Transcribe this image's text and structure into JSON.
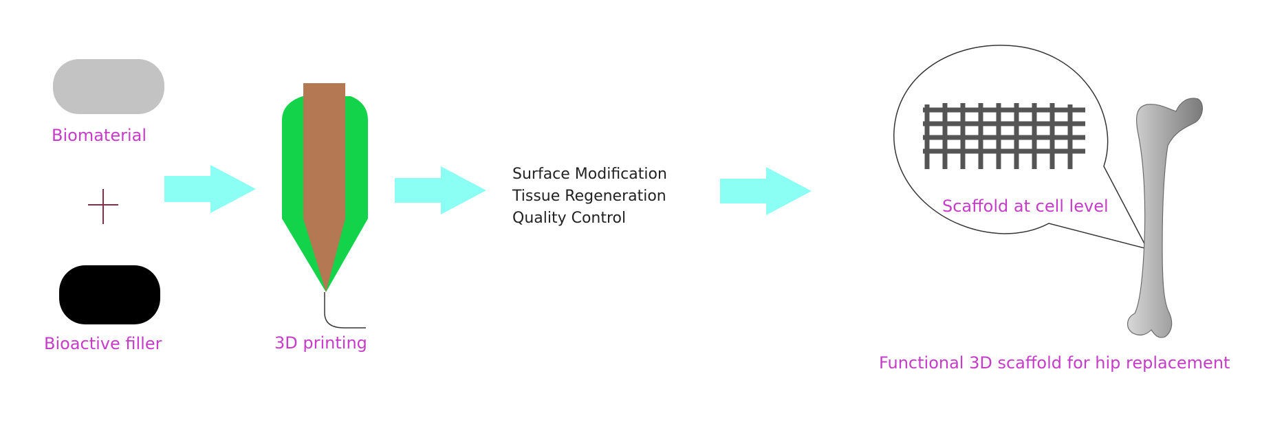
{
  "colors": {
    "label": "#c63cc9",
    "arrow": "#8cfff5",
    "biomaterial": "#c3c3c3",
    "filler": "#000000",
    "nozzle_outer": "#12d34a",
    "nozzle_core": "#b47853",
    "plus": "#8a2a45",
    "mesh": "#555555",
    "bone": "#b0b0b0"
  },
  "labels": {
    "biomaterial": "Biomaterial",
    "filler": "Bioactive filler",
    "printing": "3D printing",
    "cell_level": "Scaffold at cell level",
    "final": "Functional 3D scaffold for hip replacement"
  },
  "steps": [
    "Surface Modification",
    "Tissue Regeneration",
    "Quality Control"
  ],
  "icons": {
    "plus": "plus-sign-icon",
    "arrow": "right-arrow-icon",
    "mesh": "scaffold-mesh-icon",
    "bone": "femur-bone-icon"
  }
}
